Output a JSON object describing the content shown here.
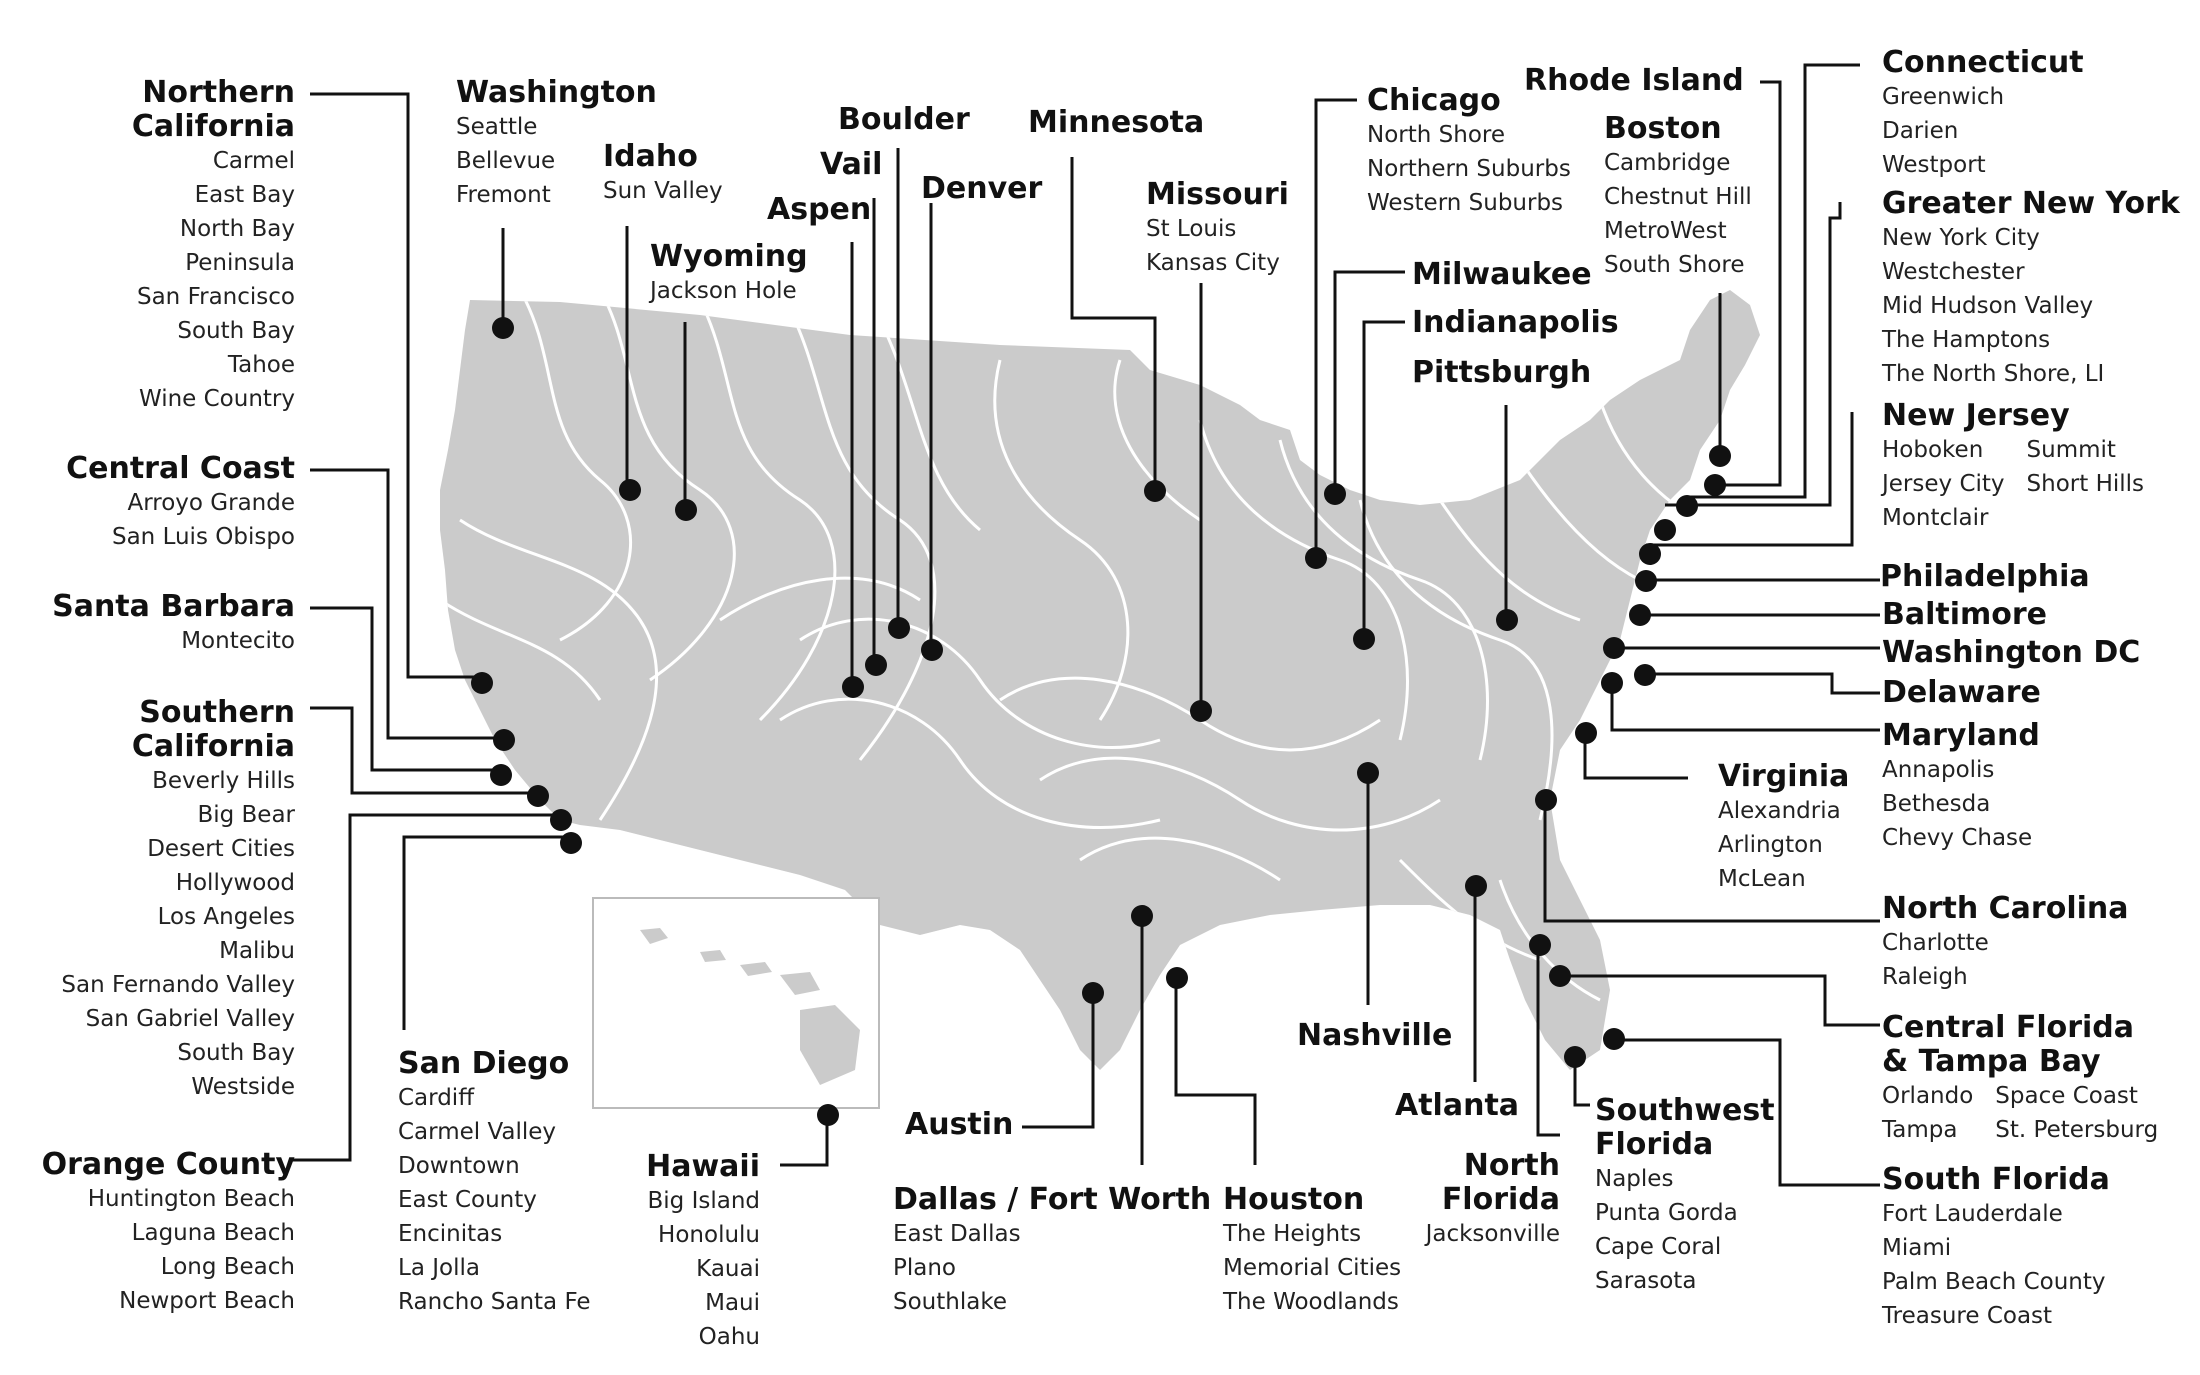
{
  "regions": [
    {
      "id": "northern-california",
      "title": "Northern California",
      "subs": [
        "Carmel",
        "East Bay",
        "North Bay",
        "Peninsula",
        "San Francisco",
        "South Bay",
        "Tahoe",
        "Wine Country"
      ]
    },
    {
      "id": "central-coast",
      "title": "Central Coast",
      "subs": [
        "Arroyo Grande",
        "San Luis Obispo"
      ]
    },
    {
      "id": "santa-barbara",
      "title": "Santa Barbara",
      "subs": [
        "Montecito"
      ]
    },
    {
      "id": "southern-california",
      "title": "Southern California",
      "subs": [
        "Beverly Hills",
        "Big Bear",
        "Desert Cities",
        "Hollywood",
        "Los Angeles",
        "Malibu",
        "San Fernando Valley",
        "San Gabriel Valley",
        "South Bay",
        "Westside"
      ]
    },
    {
      "id": "orange-county",
      "title": "Orange County",
      "subs": [
        "Huntington Beach",
        "Laguna Beach",
        "Long Beach",
        "Newport Beach"
      ]
    },
    {
      "id": "washington",
      "title": "Washington",
      "subs": [
        "Seattle",
        "Bellevue",
        "Fremont"
      ]
    },
    {
      "id": "idaho",
      "title": "Idaho",
      "subs": [
        "Sun Valley"
      ]
    },
    {
      "id": "wyoming",
      "title": "Wyoming",
      "subs": [
        "Jackson Hole"
      ]
    },
    {
      "id": "boulder",
      "title": "Boulder",
      "subs": []
    },
    {
      "id": "vail",
      "title": "Vail",
      "subs": []
    },
    {
      "id": "aspen",
      "title": "Aspen",
      "subs": []
    },
    {
      "id": "denver",
      "title": "Denver",
      "subs": []
    },
    {
      "id": "minnesota",
      "title": "Minnesota",
      "subs": []
    },
    {
      "id": "missouri",
      "title": "Missouri",
      "subs": [
        "St Louis",
        "Kansas City"
      ]
    },
    {
      "id": "chicago",
      "title": "Chicago",
      "subs": [
        "North Shore",
        "Northern Suburbs",
        "Western Suburbs"
      ]
    },
    {
      "id": "milwaukee",
      "title": "Milwaukee",
      "subs": []
    },
    {
      "id": "indianapolis",
      "title": "Indianapolis",
      "subs": []
    },
    {
      "id": "pittsburgh",
      "title": "Pittsburgh",
      "subs": []
    },
    {
      "id": "rhode-island",
      "title": "Rhode Island",
      "subs": []
    },
    {
      "id": "boston",
      "title": "Boston",
      "subs": [
        "Cambridge",
        "Chestnut Hill",
        "MetroWest",
        "South Shore"
      ]
    },
    {
      "id": "connecticut",
      "title": "Connecticut",
      "subs": [
        "Greenwich",
        "Darien",
        "Westport"
      ]
    },
    {
      "id": "greater-new-york",
      "title": "Greater New York",
      "subs": [
        "New York City",
        "Westchester",
        "Mid Hudson Valley",
        "The Hamptons",
        "The North Shore, LI"
      ]
    },
    {
      "id": "new-jersey",
      "title": "New Jersey",
      "subs": [
        "Hoboken",
        "Jersey City",
        "Montclair",
        "Summit",
        "Short Hills"
      ]
    },
    {
      "id": "philadelphia",
      "title": "Philadelphia",
      "subs": []
    },
    {
      "id": "baltimore",
      "title": "Baltimore",
      "subs": []
    },
    {
      "id": "washington-dc",
      "title": "Washington DC",
      "subs": []
    },
    {
      "id": "delaware",
      "title": "Delaware",
      "subs": []
    },
    {
      "id": "maryland",
      "title": "Maryland",
      "subs": [
        "Annapolis",
        "Bethesda",
        "Chevy Chase"
      ]
    },
    {
      "id": "virginia",
      "title": "Virginia",
      "subs": [
        "Alexandria",
        "Arlington",
        "McLean"
      ]
    },
    {
      "id": "north-carolina",
      "title": "North Carolina",
      "subs": [
        "Charlotte",
        "Raleigh"
      ]
    },
    {
      "id": "central-florida",
      "title": "Central Florida & Tampa Bay",
      "subs": [
        "Orlando",
        "Tampa",
        "Space Coast",
        "St. Petersburg"
      ]
    },
    {
      "id": "south-florida",
      "title": "South Florida",
      "subs": [
        "Fort Lauderdale",
        "Miami",
        "Palm Beach County",
        "Treasure Coast"
      ]
    },
    {
      "id": "southwest-florida",
      "title": "Southwest Florida",
      "subs": [
        "Naples",
        "Punta Gorda",
        "Cape Coral",
        "Sarasota"
      ]
    },
    {
      "id": "north-florida",
      "title": "North Florida",
      "subs": [
        "Jacksonville"
      ]
    },
    {
      "id": "atlanta",
      "title": "Atlanta",
      "subs": []
    },
    {
      "id": "nashville",
      "title": "Nashville",
      "subs": []
    },
    {
      "id": "houston",
      "title": "Houston",
      "subs": [
        "The Heights",
        "Memorial Cities",
        "The Woodlands"
      ]
    },
    {
      "id": "dallas-fort-worth",
      "title": "Dallas / Fort Worth",
      "subs": [
        "East Dallas",
        "Plano",
        "Southlake"
      ]
    },
    {
      "id": "austin",
      "title": "Austin",
      "subs": []
    },
    {
      "id": "hawaii",
      "title": "Hawaii",
      "subs": [
        "Big Island",
        "Honolulu",
        "Kauai",
        "Maui",
        "Oahu"
      ]
    },
    {
      "id": "san-diego",
      "title": "San Diego",
      "subs": [
        "Cardiff",
        "Carmel Valley",
        "Downtown",
        "East County",
        "Encinitas",
        "La Jolla",
        "Rancho Santa Fe"
      ]
    }
  ],
  "colors": {
    "land": "#cbcbcb",
    "contour": "#ffffff",
    "ink": "#111111",
    "inset_border": "#bbbbbb"
  }
}
